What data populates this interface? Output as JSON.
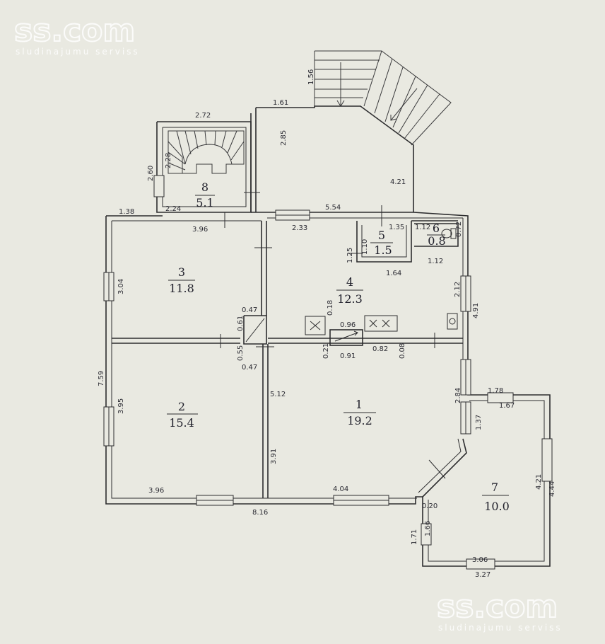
{
  "watermark": {
    "brand": "ss.com",
    "tagline": "sludinajumu serviss"
  },
  "rooms": [
    {
      "id": "1",
      "number": "1",
      "area": "19.2"
    },
    {
      "id": "2",
      "number": "2",
      "area": "15.4"
    },
    {
      "id": "3",
      "number": "3",
      "area": "11.8"
    },
    {
      "id": "4",
      "number": "4",
      "area": "12.3"
    },
    {
      "id": "5",
      "number": "5",
      "area": "1.5"
    },
    {
      "id": "6",
      "number": "6",
      "area": "0.8"
    },
    {
      "id": "7",
      "number": "7",
      "area": "10.0"
    },
    {
      "id": "8",
      "number": "8",
      "area": "5.1"
    }
  ],
  "dimensions": [
    {
      "id": "d-1-56",
      "text": "1.56",
      "rotate": true
    },
    {
      "id": "d-1-61",
      "text": "1.61"
    },
    {
      "id": "d-2-72",
      "text": "2.72"
    },
    {
      "id": "d-2-85",
      "text": "2.85",
      "rotate": true
    },
    {
      "id": "d-2-28",
      "text": "2.28",
      "rotate": true
    },
    {
      "id": "d-2-60",
      "text": "2.60",
      "rotate": true
    },
    {
      "id": "d-4-21a",
      "text": "4.21"
    },
    {
      "id": "d-1-38",
      "text": "1.38"
    },
    {
      "id": "d-2-24",
      "text": "2.24"
    },
    {
      "id": "d-5-54",
      "text": "5.54"
    },
    {
      "id": "d-3-96a",
      "text": "3.96"
    },
    {
      "id": "d-2-33",
      "text": "2.33"
    },
    {
      "id": "d-1-35",
      "text": "1.35"
    },
    {
      "id": "d-1-12a",
      "text": "1.12"
    },
    {
      "id": "d-0-72",
      "text": "0.72",
      "rotate": true
    },
    {
      "id": "d-1-25",
      "text": "1.25",
      "rotate": true
    },
    {
      "id": "d-1-10",
      "text": "1.10",
      "rotate": true
    },
    {
      "id": "d-1-64",
      "text": "1.64"
    },
    {
      "id": "d-1-12b",
      "text": "1.12"
    },
    {
      "id": "d-3-04",
      "text": "3.04",
      "rotate": true
    },
    {
      "id": "d-2-12",
      "text": "2.12",
      "rotate": true
    },
    {
      "id": "d-4-91",
      "text": "4.91",
      "rotate": true
    },
    {
      "id": "d-0-47a",
      "text": "0.47"
    },
    {
      "id": "d-0-18",
      "text": "0.18",
      "rotate": true
    },
    {
      "id": "d-0-61",
      "text": "0.61",
      "rotate": true
    },
    {
      "id": "d-0-96",
      "text": "0.96"
    },
    {
      "id": "d-0-55",
      "text": "0.55",
      "rotate": true
    },
    {
      "id": "d-0-21",
      "text": "0.21",
      "rotate": true
    },
    {
      "id": "d-0-91",
      "text": "0.91"
    },
    {
      "id": "d-0-82",
      "text": "0.82"
    },
    {
      "id": "d-0-08",
      "text": "0.08",
      "rotate": true
    },
    {
      "id": "d-0-47b",
      "text": "0.47"
    },
    {
      "id": "d-7-59",
      "text": "7.59",
      "rotate": true
    },
    {
      "id": "d-5-12",
      "text": "5.12"
    },
    {
      "id": "d-2-84",
      "text": "2.84",
      "rotate": true
    },
    {
      "id": "d-1-78",
      "text": "1.78"
    },
    {
      "id": "d-1-67",
      "text": "1.67"
    },
    {
      "id": "d-3-95",
      "text": "3.95",
      "rotate": true
    },
    {
      "id": "d-1-37",
      "text": "1.37",
      "rotate": true
    },
    {
      "id": "d-3-91",
      "text": "3.91",
      "rotate": true
    },
    {
      "id": "d-4-21b",
      "text": "4.21",
      "rotate": true
    },
    {
      "id": "d-4-44",
      "text": "4.44",
      "rotate": true
    },
    {
      "id": "d-3-96b",
      "text": "3.96"
    },
    {
      "id": "d-4-04",
      "text": "4.04"
    },
    {
      "id": "d-8-16",
      "text": "8.16"
    },
    {
      "id": "d-0-20",
      "text": "0.20"
    },
    {
      "id": "d-1-71",
      "text": "1.71",
      "rotate": true
    },
    {
      "id": "d-1-66",
      "text": "1.66",
      "rotate": true
    },
    {
      "id": "d-3-06",
      "text": "3.06"
    },
    {
      "id": "d-3-27",
      "text": "3.27"
    }
  ]
}
